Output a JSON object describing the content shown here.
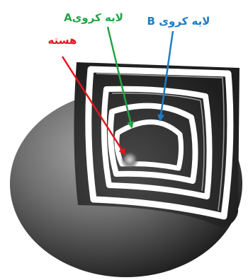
{
  "labels": {
    "core": "هسته",
    "shell_a": "لایه کروی‌A",
    "shell_b": "لایه کروی B"
  },
  "colors": {
    "core": "#e4161f",
    "shell_a": "#24a345",
    "shell_b": "#1d7dc4",
    "sphere_light": "#8f8f8f",
    "sphere_dark": "#1c1c1c",
    "shell": "#ffffff"
  }
}
